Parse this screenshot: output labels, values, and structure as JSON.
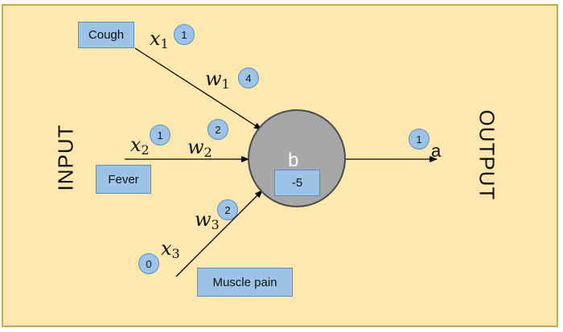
{
  "inputs": [
    {
      "name": "Cough",
      "var": "x",
      "sub": "1",
      "value": "1",
      "weight_var": "w",
      "weight_sub": "1",
      "weight": "4"
    },
    {
      "name": "Fever",
      "var": "x",
      "sub": "2",
      "value": "1",
      "weight_var": "w",
      "weight_sub": "2",
      "weight": "2"
    },
    {
      "name": "Muscle pain",
      "var": "x",
      "sub": "3",
      "value": "0",
      "weight_var": "w",
      "weight_sub": "3",
      "weight": "2"
    }
  ],
  "neuron": {
    "label": "b",
    "bias": "-5"
  },
  "output": {
    "label": "a",
    "value": "1"
  },
  "side_labels": {
    "input": "INPUT",
    "output": "OUTPUT"
  },
  "colors": {
    "background": "#ffe8b0",
    "border": "#c8a84c",
    "box_fill": "#9dc3e6",
    "box_border": "#5b8ec2",
    "neuron_fill": "#a6a6a6",
    "arrow": "#000000"
  }
}
